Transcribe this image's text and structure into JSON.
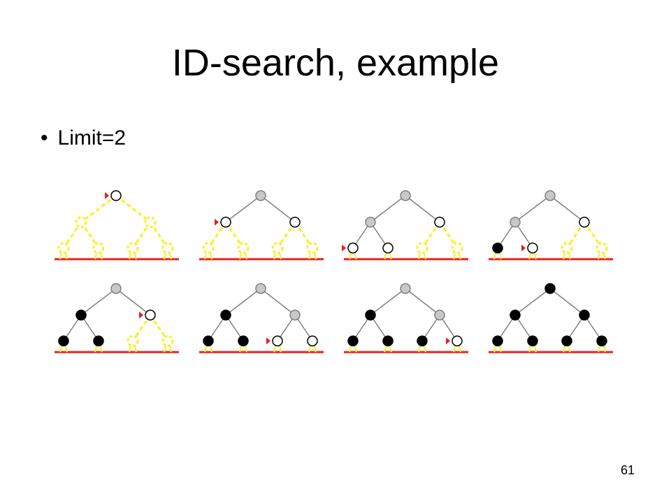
{
  "title": "ID-search, example",
  "bullets": [
    "Limit=2"
  ],
  "slide_number": "61",
  "colors": {
    "edge_active": "#808080",
    "edge_unexplored": "#ffee22",
    "node_expanded": "#000000",
    "node_on_path": "#c8c8c8",
    "node_frontier": "#ffffff",
    "node_unexplored": "#ffffff",
    "cursor": "#e02020",
    "depth_limit_line": "#e82020"
  },
  "diagram": {
    "layout": "grid 4x2",
    "levels": [
      "root",
      "left",
      "right",
      "left-left",
      "left-right",
      "right-left",
      "right-right"
    ],
    "states": [
      {
        "step": 1,
        "nodes": [
          "frontier",
          "unexplored",
          "unexplored",
          "unexplored",
          "unexplored",
          "unexplored",
          "unexplored"
        ],
        "cursor_at": "root"
      },
      {
        "step": 2,
        "nodes": [
          "on-path",
          "frontier",
          "frontier",
          "unexplored",
          "unexplored",
          "unexplored",
          "unexplored"
        ],
        "cursor_at": "left"
      },
      {
        "step": 3,
        "nodes": [
          "on-path",
          "on-path",
          "frontier",
          "frontier",
          "frontier",
          "unexplored",
          "unexplored"
        ],
        "cursor_at": "left-left"
      },
      {
        "step": 4,
        "nodes": [
          "on-path",
          "on-path",
          "frontier",
          "expanded",
          "frontier",
          "unexplored",
          "unexplored"
        ],
        "cursor_at": "left-right"
      },
      {
        "step": 5,
        "nodes": [
          "on-path",
          "expanded",
          "frontier",
          "expanded",
          "expanded",
          "unexplored",
          "unexplored"
        ],
        "cursor_at": "right"
      },
      {
        "step": 6,
        "nodes": [
          "on-path",
          "expanded",
          "on-path",
          "expanded",
          "expanded",
          "frontier",
          "frontier"
        ],
        "cursor_at": "right-left"
      },
      {
        "step": 7,
        "nodes": [
          "on-path",
          "expanded",
          "on-path",
          "expanded",
          "expanded",
          "expanded",
          "frontier"
        ],
        "cursor_at": "right-right"
      },
      {
        "step": 8,
        "nodes": [
          "expanded",
          "expanded",
          "expanded",
          "expanded",
          "expanded",
          "expanded",
          "expanded"
        ],
        "cursor_at": ""
      }
    ]
  }
}
